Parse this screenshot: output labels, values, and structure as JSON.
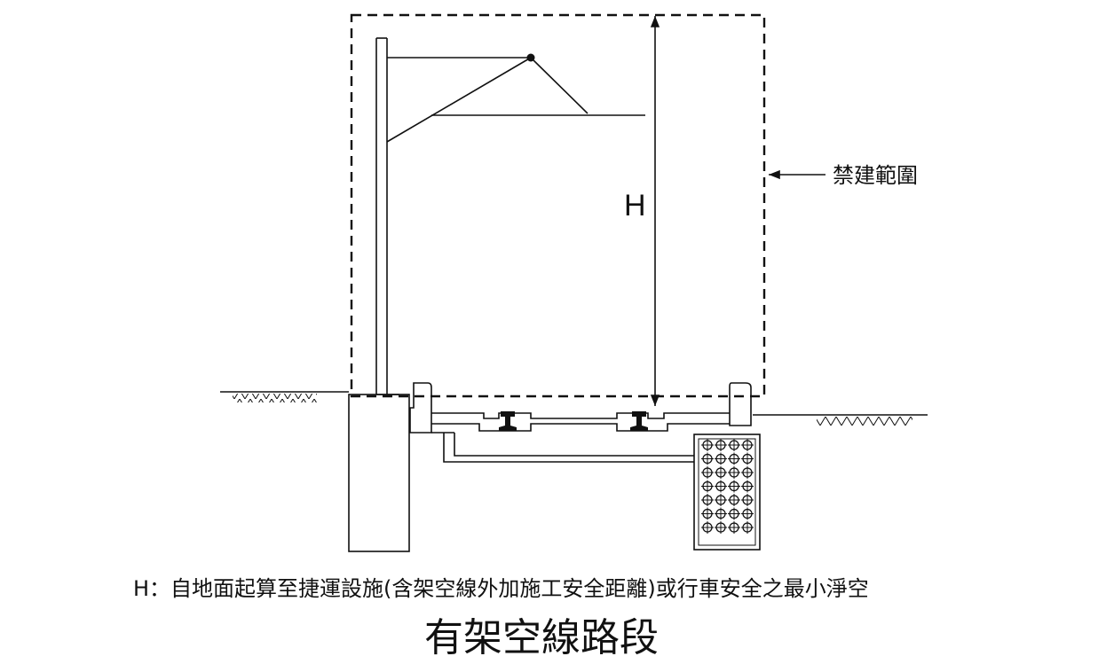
{
  "diagram": {
    "height_label": "H",
    "zone_label": "禁建範圍",
    "note": "H：自地面起算至捷運設施(含架空線外加施工安全距離)或行車安全之最小淨空",
    "title": "有架空線路段"
  }
}
